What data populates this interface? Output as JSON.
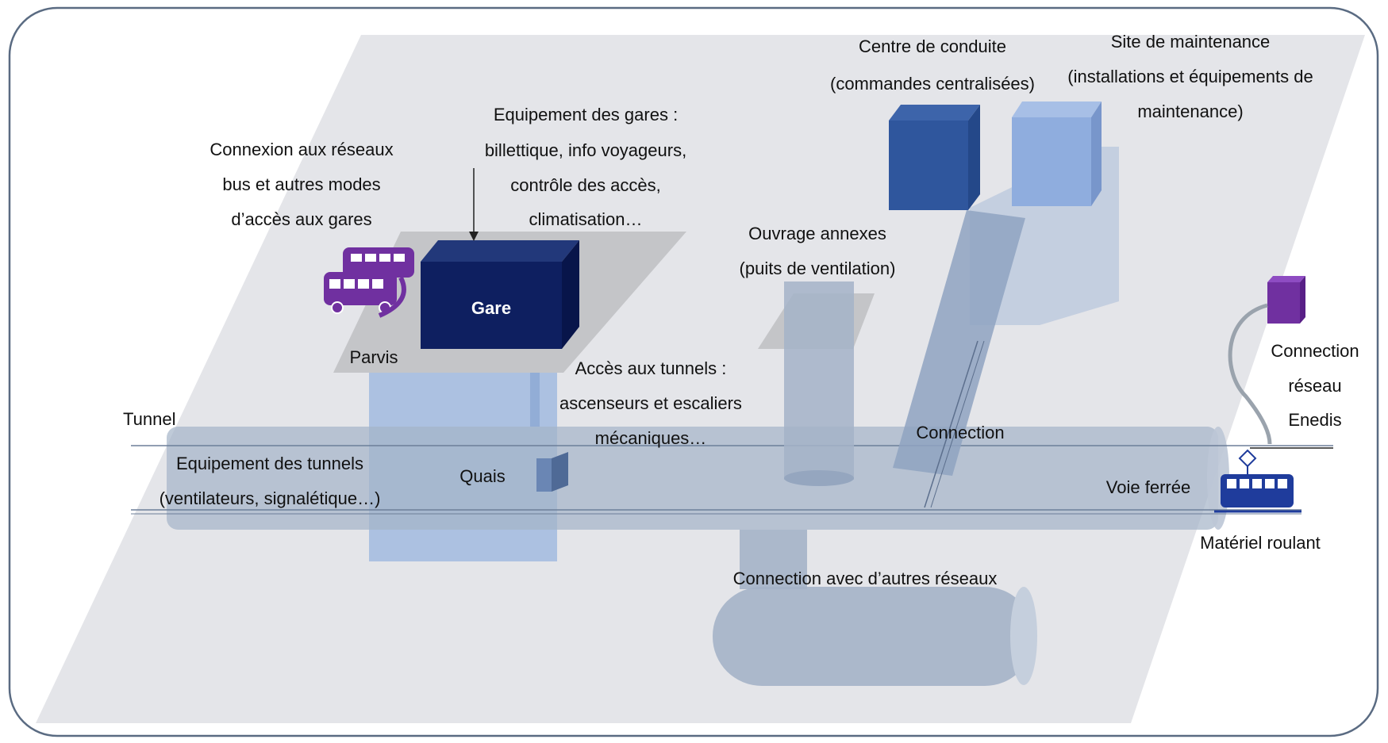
{
  "labels": {
    "centre_line1": "Centre de conduite",
    "centre_line2": "(commandes centralisées)",
    "site_line1": "Site de maintenance",
    "site_line2": "(installations et équipements de",
    "site_line3": "maintenance)",
    "equip_gares_line1": "Equipement des gares :",
    "equip_gares_line2": "billettique, info voyageurs,",
    "equip_gares_line3": "contrôle des accès,",
    "equip_gares_line4": "climatisation…",
    "connexion_line1": "Connexion aux réseaux",
    "connexion_line2": "bus et autres modes",
    "connexion_line3": "d’accès aux gares",
    "ouvrage_line1": "Ouvrage annexes",
    "ouvrage_line2": "(puits de ventilation)",
    "gare": "Gare",
    "parvis": "Parvis",
    "acces_line1": "Accès aux tunnels :",
    "acces_line2": "ascenseurs et escaliers",
    "acces_line3": "mécaniques…",
    "tunnel": "Tunnel",
    "equip_tunnels_line1": "Equipement des tunnels",
    "equip_tunnels_line2": "(ventilateurs, signalétique…)",
    "quais": "Quais",
    "connection": "Connection",
    "voie": "Voie ferrée",
    "materiel": "Matériel roulant",
    "enedis_line1": "Connection",
    "enedis_line2": "réseau",
    "enedis_line3": "Enedis",
    "autres_reseaux": "Connection avec d’autres réseaux"
  },
  "colors": {
    "frame": "#5a6b82",
    "plane": "#e4e5e9",
    "platform": "#c4c5c8",
    "gare_box": "#0e1f60",
    "centre_box": "#2f569d",
    "site_box": "#8fadde",
    "tube": "#a4b3c8",
    "quais": "#9ab4de",
    "purple": "#7030a0",
    "train": "#1f3c9c",
    "text": "#111111"
  }
}
